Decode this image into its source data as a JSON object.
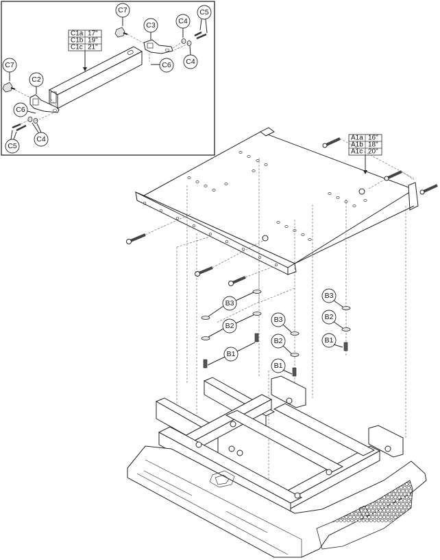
{
  "diagram": {
    "type": "exploded-parts-diagram",
    "inset": {
      "description": "Extension tube assembly detail",
      "size_table": [
        {
          "part": "C1a",
          "size": "17\""
        },
        {
          "part": "C1b",
          "size": "19\""
        },
        {
          "part": "C1c",
          "size": "21\""
        }
      ],
      "callouts": [
        "C7",
        "C3",
        "C4",
        "C5",
        "C6",
        "C4",
        "C7",
        "C2",
        "C6",
        "C5",
        "C4"
      ]
    },
    "main": {
      "size_table": [
        {
          "part": "A1a",
          "size": "16\""
        },
        {
          "part": "A1b",
          "size": "18\""
        },
        {
          "part": "A1c",
          "size": "20\""
        }
      ],
      "callouts": {
        "left_stack": [
          "B3",
          "B2",
          "B1"
        ],
        "middle_stack": [
          "B3",
          "B2",
          "B1"
        ],
        "right_stack": [
          "B3",
          "B2",
          "B1"
        ]
      }
    }
  }
}
